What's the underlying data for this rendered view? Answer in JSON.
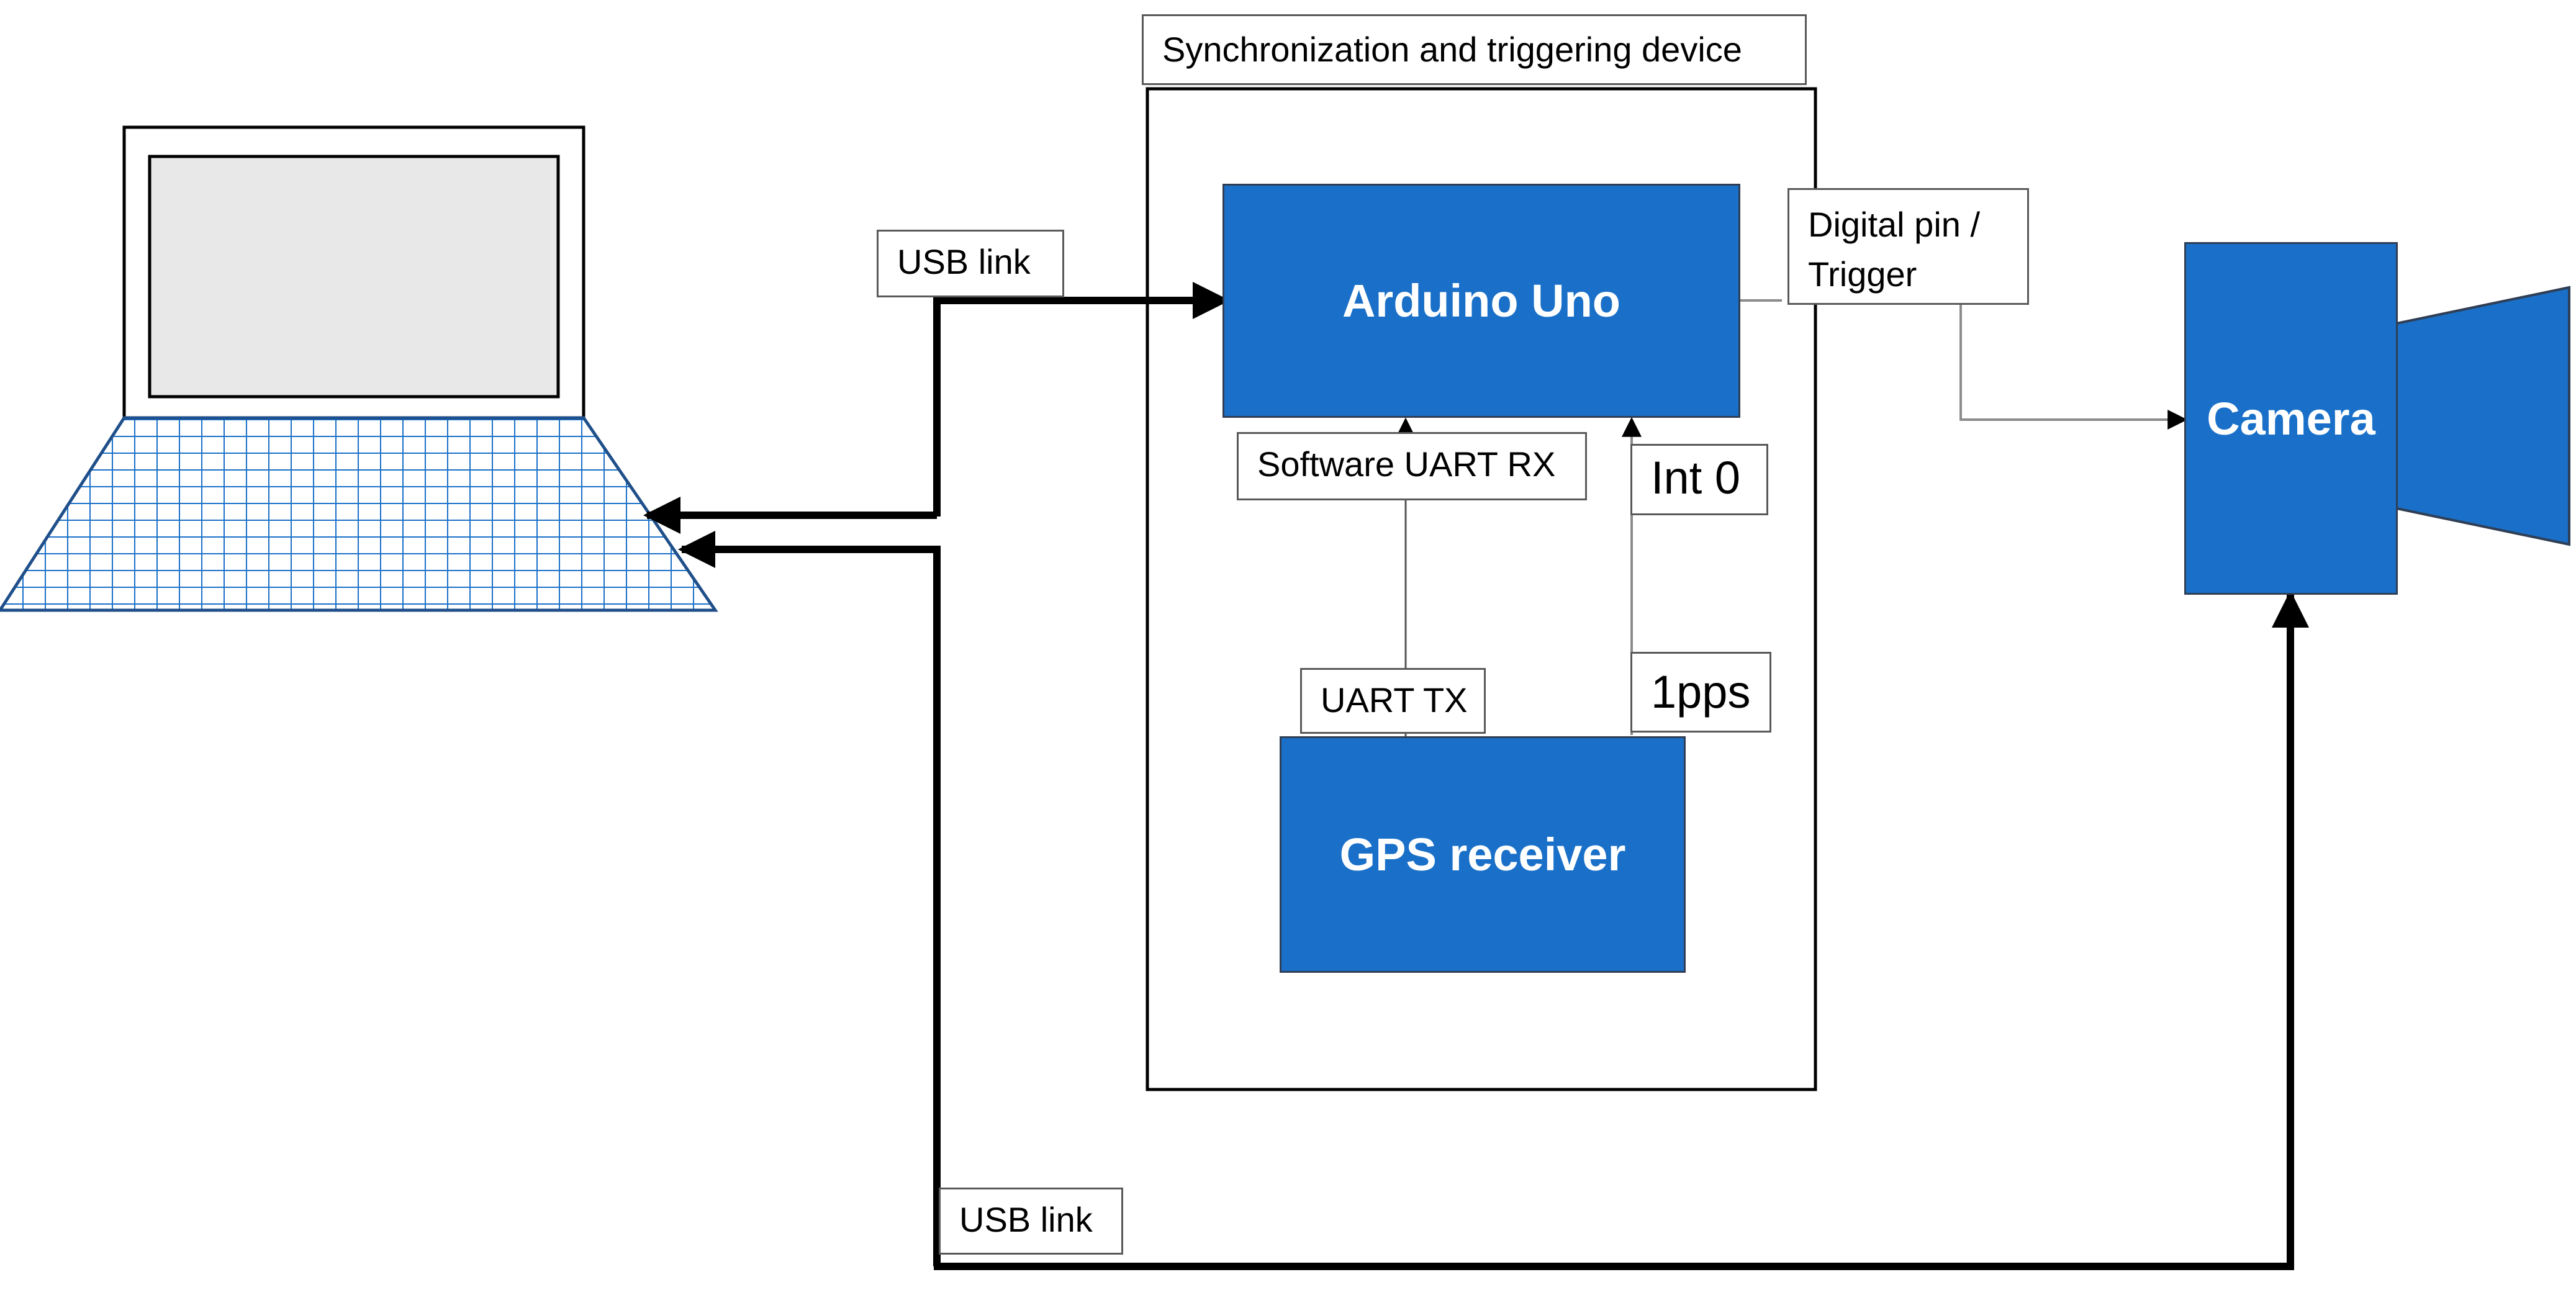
{
  "title": "Synchronization and triggering device",
  "blocks": {
    "arduino": "Arduino Uno",
    "gps": "GPS receiver",
    "camera": "Camera"
  },
  "labels": {
    "usb_link_top": "USB link",
    "usb_link_bottom": "USB link",
    "digital_pin": "Digital pin / Trigger",
    "software_uart_rx": "Software UART RX",
    "int0": "Int 0",
    "uart_tx": "UART TX",
    "pps": "1pps"
  },
  "colors": {
    "block_fill": "#1a70c8",
    "laptop_screen": "#e8e8e8",
    "keyboard_grid": "#1a70c8"
  }
}
